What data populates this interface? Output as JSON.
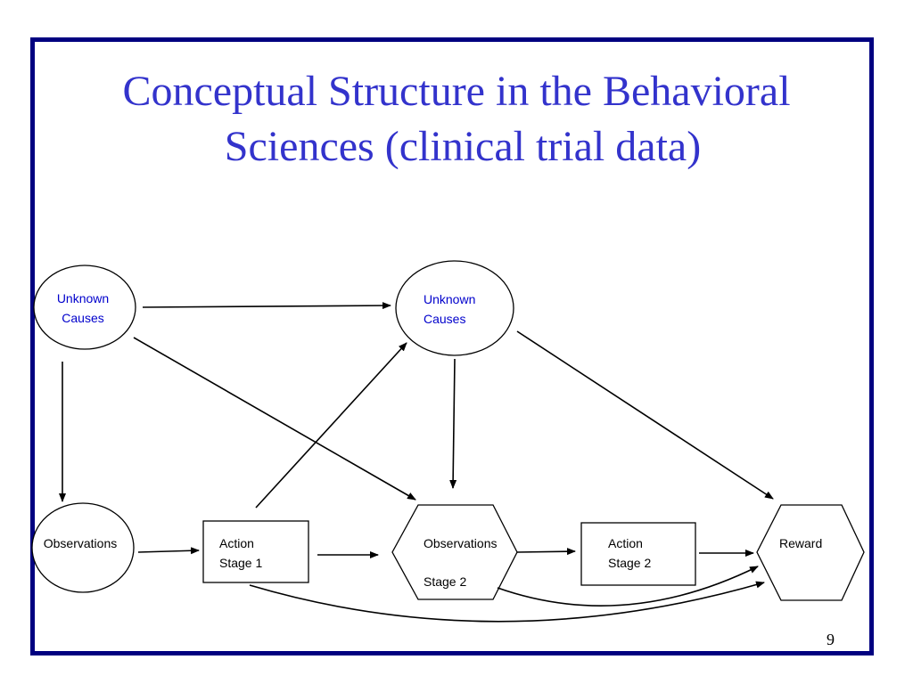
{
  "slide": {
    "title_line1": "Conceptual Structure in the Behavioral",
    "title_line2": "Sciences (clinical trial data)",
    "page_number": "9"
  },
  "colors": {
    "frame": "#000080",
    "title": "#3333cc",
    "cause_label": "#0000cc",
    "stroke": "#000000"
  },
  "nodes": {
    "unknown_causes_1": {
      "shape": "ellipse",
      "line1": "Unknown",
      "line2": "Causes"
    },
    "unknown_causes_2": {
      "shape": "ellipse",
      "line1": "Unknown",
      "line2": "Causes"
    },
    "observations_1": {
      "shape": "ellipse",
      "line1": "Observations"
    },
    "action_stage_1": {
      "shape": "rectangle",
      "line1": "Action",
      "line2": "Stage 1"
    },
    "observations_stage_2": {
      "shape": "hexagon",
      "line1": "Observations",
      "line2": "Stage 2"
    },
    "action_stage_2": {
      "shape": "rectangle",
      "line1": "Action",
      "line2": "Stage 2"
    },
    "reward": {
      "shape": "hexagon",
      "line1": "Reward"
    }
  },
  "edges": [
    {
      "from": "unknown_causes_1",
      "to": "unknown_causes_2"
    },
    {
      "from": "unknown_causes_1",
      "to": "observations_1"
    },
    {
      "from": "unknown_causes_1",
      "to": "observations_stage_2"
    },
    {
      "from": "action_stage_1",
      "to": "unknown_causes_2"
    },
    {
      "from": "unknown_causes_2",
      "to": "observations_stage_2"
    },
    {
      "from": "unknown_causes_2",
      "to": "reward"
    },
    {
      "from": "observations_1",
      "to": "action_stage_1"
    },
    {
      "from": "action_stage_1",
      "to": "observations_stage_2"
    },
    {
      "from": "observations_stage_2",
      "to": "action_stage_2"
    },
    {
      "from": "action_stage_2",
      "to": "reward"
    },
    {
      "from": "observations_stage_2",
      "to": "reward"
    },
    {
      "from": "action_stage_1",
      "to": "reward"
    }
  ]
}
